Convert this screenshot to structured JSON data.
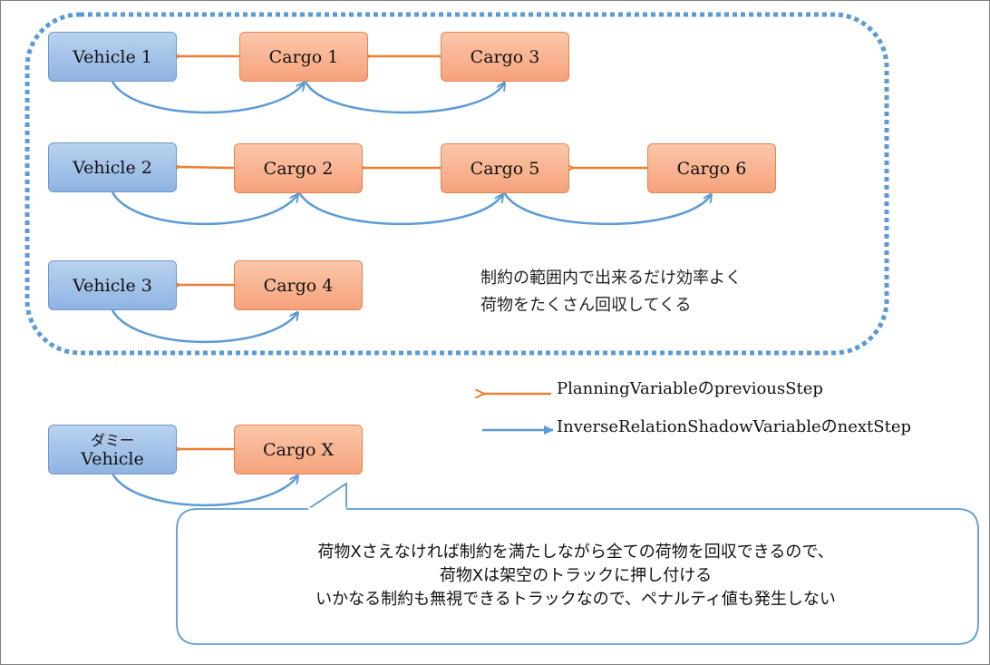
{
  "nodes": {
    "vehicle_1": "Vehicle 1",
    "vehicle_2": "Vehicle 2",
    "vehicle_3": "Vehicle 3",
    "dummy_vehicle_line1": "ダミー",
    "dummy_vehicle_line2": "Vehicle",
    "cargo_1": "Cargo 1",
    "cargo_2": "Cargo 2",
    "cargo_3": "Cargo 3",
    "cargo_4": "Cargo 4",
    "cargo_5": "Cargo 5",
    "cargo_6": "Cargo 6",
    "cargo_x": "Cargo X"
  },
  "note": {
    "line1": "制約の範囲内で出来るだけ効率よく",
    "line2": "荷物をたくさん回収してくる"
  },
  "legend": {
    "previous_step": "PlanningVariableのpreviousStep",
    "next_step": "InverseRelationShadowVariableのnextStep"
  },
  "callout": {
    "line1": "荷物Xさえなければ制約を満たしながら全ての荷物を回収できるので、",
    "line2": "荷物Xは架空のトラックに押し付ける",
    "line3": "いかなる制約も無視できるトラックなので、ペナルティ値も発生しない"
  },
  "colors": {
    "previous_step_arrow": "#ed7d31",
    "next_step_arrow": "#5b9bd5",
    "vehicle_fill": "#9dbde8",
    "cargo_fill": "#f8b08c",
    "group_border": "#5b9bd5"
  }
}
